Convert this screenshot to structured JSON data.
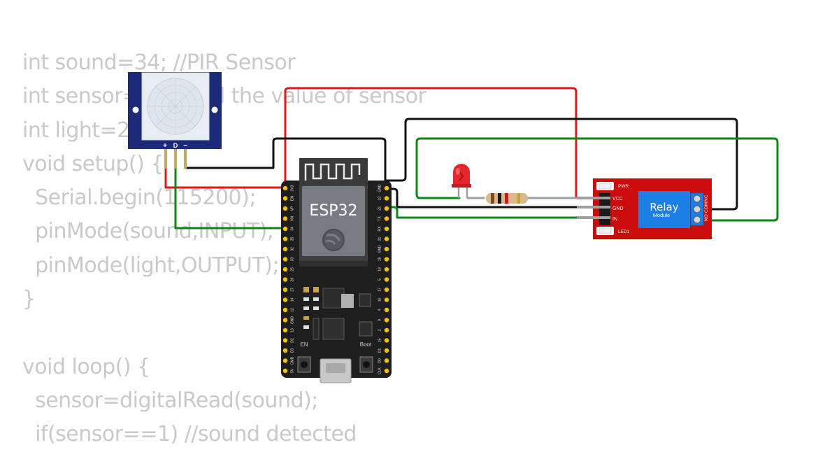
{
  "code": {
    "lines": [
      "int sound=34; //PIR Sensor",
      "int sensor=0; //read the value of sensor",
      "int light=2; //relay",
      "void setup() {",
      "  Serial.begin(115200);",
      "  pinMode(sound,INPUT);",
      "  pinMode(light,OUTPUT);",
      "}",
      "",
      "void loop() {",
      "  sensor=digitalRead(sound);",
      "  if(sensor==1) //sound detected"
    ]
  },
  "pir": {
    "pin_labels": [
      "+",
      "D",
      "−"
    ]
  },
  "esp32": {
    "label": "ESP32",
    "left_pins": [
      "3V3",
      "EN",
      "VP",
      "VN",
      "34",
      "35",
      "32",
      "33",
      "25",
      "26",
      "27",
      "14",
      "12",
      "GND",
      "13",
      "D2",
      "D3",
      "CMD",
      "5V"
    ],
    "right_pins": [
      "GND",
      "23",
      "22",
      "TX",
      "RX",
      "21",
      "GND",
      "19",
      "18",
      "5",
      "17",
      "16",
      "4",
      "0",
      "2",
      "15",
      "D1",
      "D0",
      "CLK"
    ],
    "en_label": "EN",
    "boot_label": "Boot"
  },
  "relay": {
    "title": "Relay",
    "subtitle": "Module",
    "pins": [
      "VCC",
      "GND",
      "IN"
    ],
    "pwr_label": "PWR",
    "led_label": "LED1",
    "terminals": [
      "NO",
      "COM",
      "NC"
    ]
  },
  "colors": {
    "wire_red": "#e0171b",
    "wire_black": "#111111",
    "wire_green": "#0a8a12",
    "board": "#1e1e1e",
    "relay_board": "#cc0b0b",
    "relay_block": "#1c7fe6",
    "pir_board": "#1c2a78"
  }
}
